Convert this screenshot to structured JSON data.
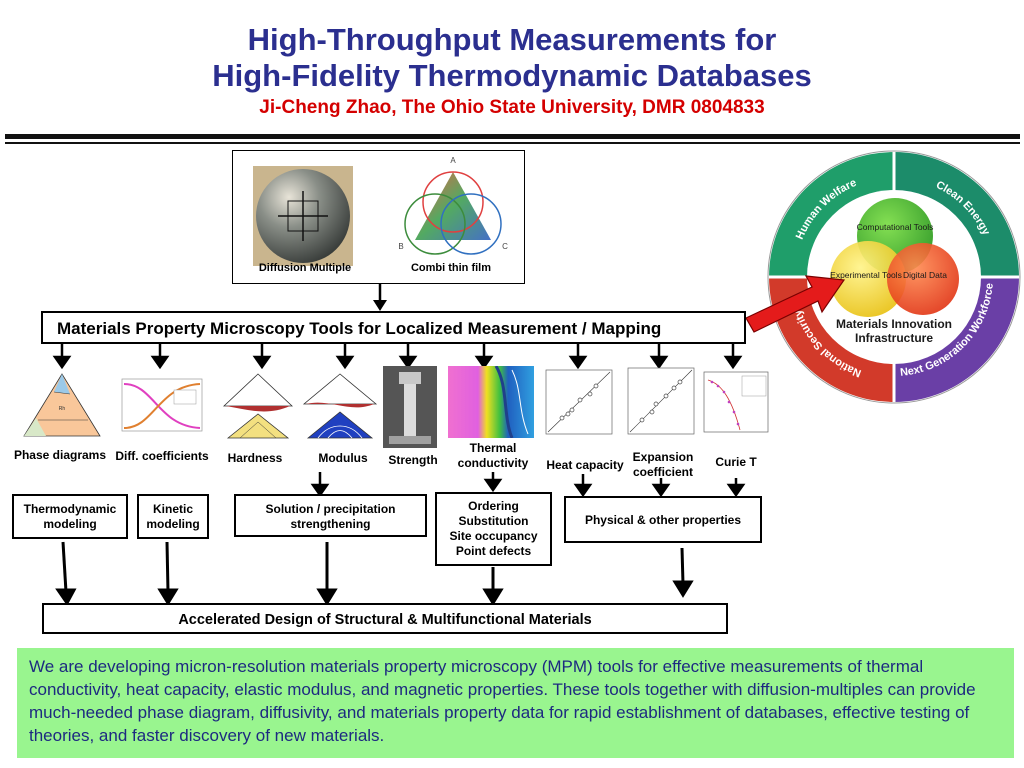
{
  "header": {
    "title_line1": "High-Throughput Measurements for",
    "title_line2": "High-Fidelity Thermodynamic Databases",
    "subtitle": "Ji-Cheng Zhao, The Ohio State University, DMR 0804833"
  },
  "top_panel": {
    "diffusion_multiple": "Diffusion Multiple",
    "combi_thin_film": "Combi thin film",
    "vertex_labels": [
      "A",
      "B",
      "C"
    ]
  },
  "mpm_box": "Materials Property Microscopy Tools for Localized Measurement / Mapping",
  "properties": [
    "Phase diagrams",
    "Diff. coefficients",
    "Hardness",
    "Modulus",
    "Strength",
    "Thermal conductivity",
    "Heat capacity",
    "Expansion coefficient",
    "Curie T"
  ],
  "models": {
    "thermodynamic": "Thermodynamic modeling",
    "kinetic": "Kinetic modeling",
    "solution": "Solution / precipitation strengthening",
    "ordering": [
      "Ordering",
      "Substitution",
      "Site occupancy",
      "Point defects"
    ],
    "physical": "Physical & other properties"
  },
  "design_box": "Accelerated Design of Structural & Multifunctional Materials",
  "mii": {
    "ring": [
      "Human Welfare",
      "Clean Energy",
      "National Security",
      "Next Generation Workforce"
    ],
    "circles": [
      "Computational Tools",
      "Experimental Tools",
      "Digital Data"
    ],
    "center": [
      "Materials Innovation",
      "Infrastructure"
    ]
  },
  "summary": "We are developing micron-resolution materials property microscopy (MPM) tools for effective measurements of thermal conductivity, heat capacity, elastic modulus, and magnetic properties. These tools together with diffusion-multiples can provide much-needed phase diagram, diffusivity, and materials property data for rapid establishment of databases, effective testing of theories, and faster discovery of new materials.",
  "colors": {
    "title": "#2b2f8f",
    "subtitle": "#d40000",
    "summary_bg": "#99f58f",
    "summary_text": "#1d2a80",
    "ring_green": "#1f9e6a",
    "ring_blue": "#2c63b5",
    "ring_red": "#d23a2a",
    "ring_purple": "#6a3fa6"
  }
}
